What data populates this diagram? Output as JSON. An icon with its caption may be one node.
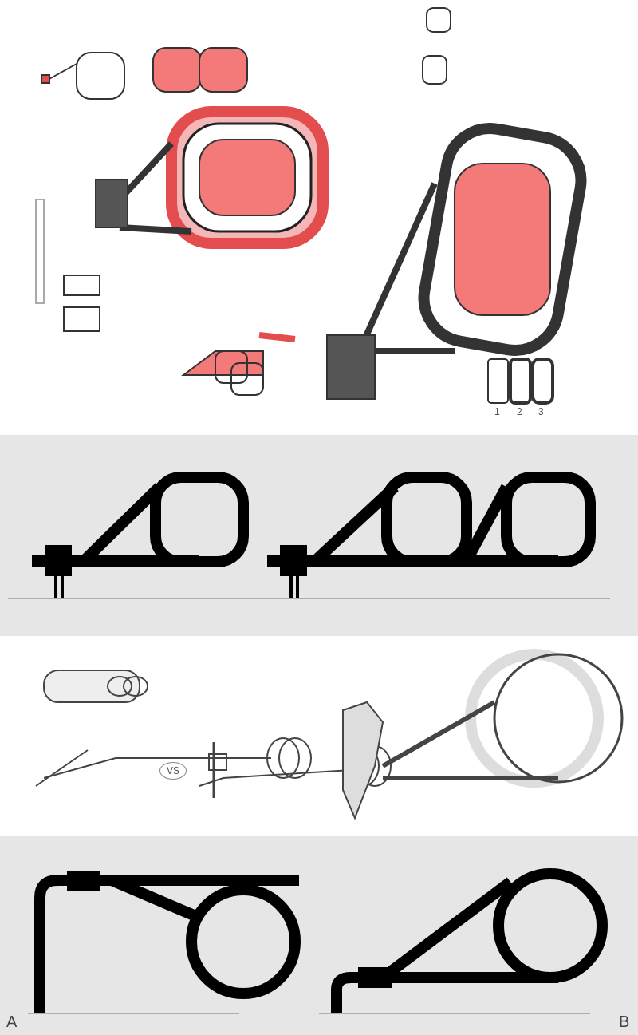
{
  "diagram": {
    "labels": [
      "1",
      "2",
      "3",
      "VS",
      "A",
      "B"
    ]
  }
}
